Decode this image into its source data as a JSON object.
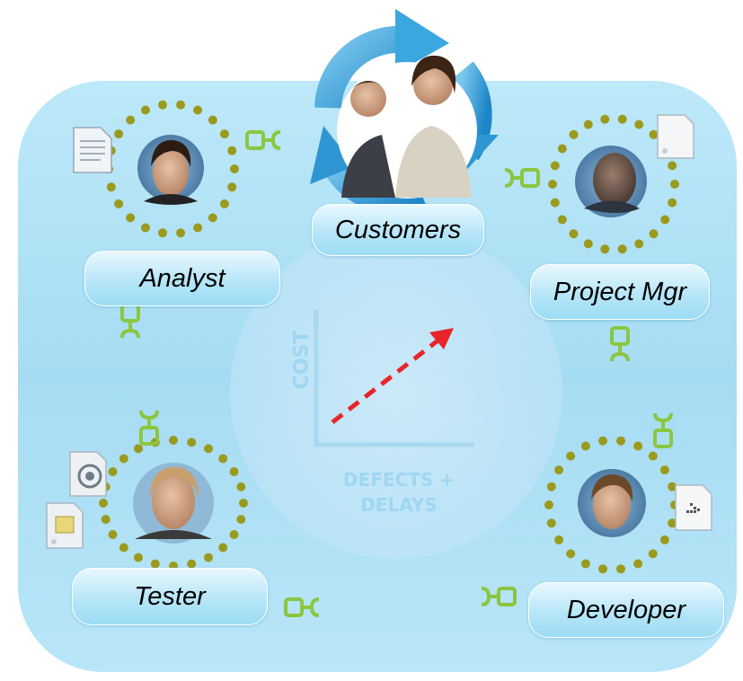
{
  "roles": {
    "customers": "Customers",
    "analyst": "Analyst",
    "project_mgr": "Project Mgr",
    "tester": "Tester",
    "developer": "Developer"
  },
  "chart": {
    "y_axis": "COST",
    "x_axis_line1": "DEFECTS +",
    "x_axis_line2": "DELAYS"
  },
  "colors": {
    "panel": "#a9dff5",
    "dots": "#9a9a1e",
    "chain": "#8cc63f",
    "arrow": "#e8252b",
    "axis": "#a8d8f0",
    "cycle": "#3aa7df"
  }
}
